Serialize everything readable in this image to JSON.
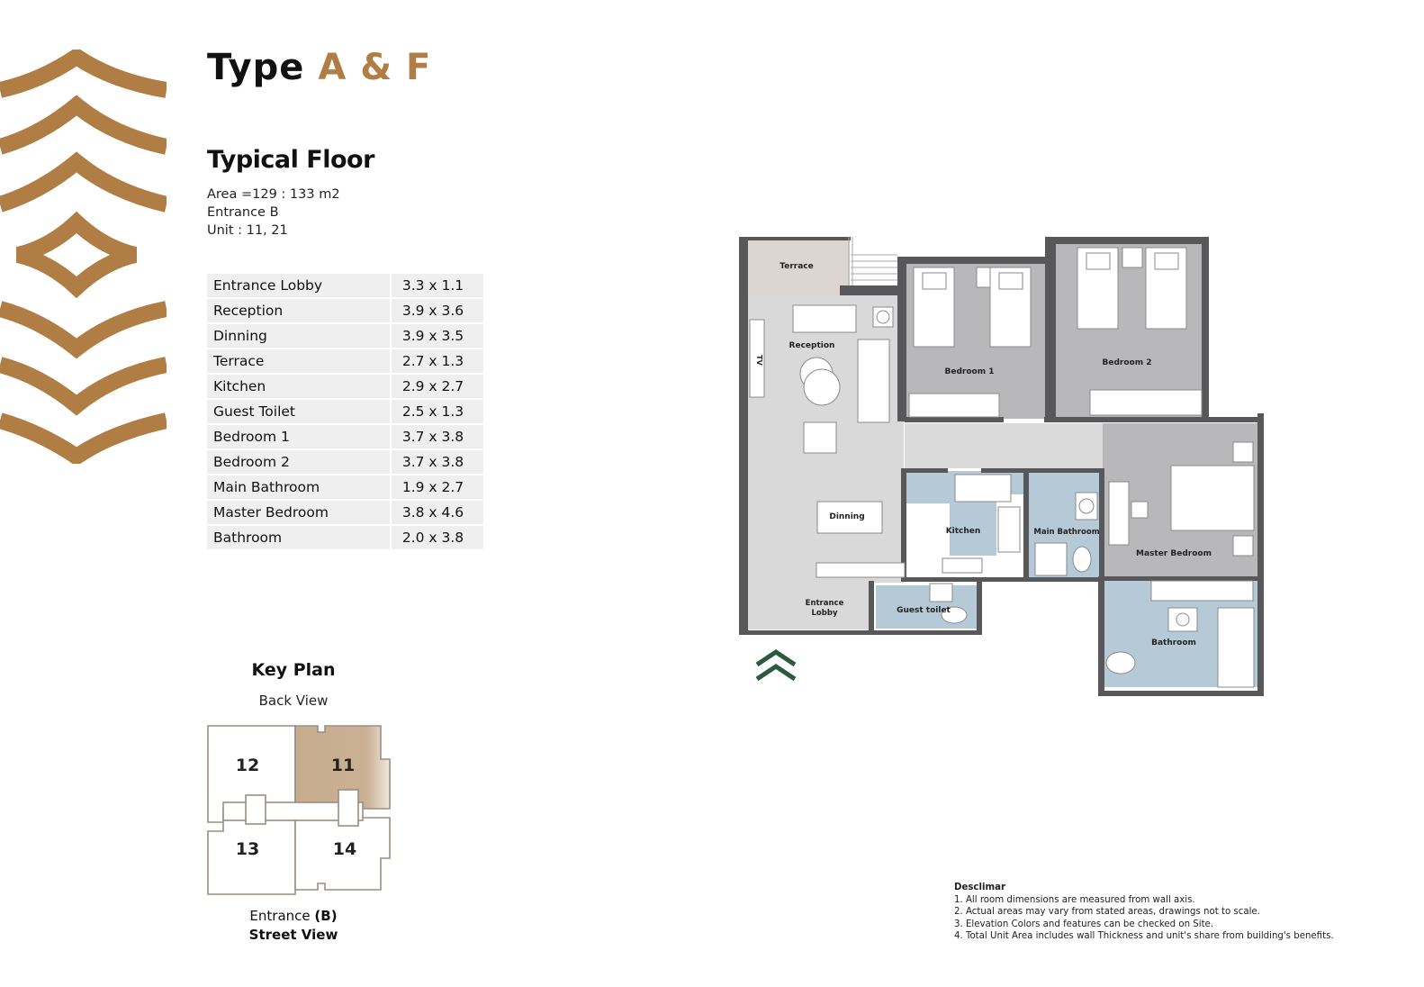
{
  "header": {
    "title_prefix": "Type",
    "title_accent": "A & F",
    "accent_color": "#b07d45"
  },
  "floor": {
    "title": "Typical Floor",
    "area": "Area =129 : 133 m2",
    "entrance": "Entrance B",
    "unit": "Unit : 11, 21"
  },
  "rooms": [
    {
      "name": "Entrance Lobby",
      "dim": "3.3 x 1.1"
    },
    {
      "name": "Reception",
      "dim": "3.9 x 3.6"
    },
    {
      "name": "Dinning",
      "dim": "3.9 x 3.5"
    },
    {
      "name": "Terrace",
      "dim": "2.7 x 1.3"
    },
    {
      "name": "Kitchen",
      "dim": "2.9 x 2.7"
    },
    {
      "name": "Guest Toilet",
      "dim": "2.5 x 1.3"
    },
    {
      "name": "Bedroom 1",
      "dim": "3.7 x 3.8"
    },
    {
      "name": "Bedroom 2",
      "dim": "3.7 x 3.8"
    },
    {
      "name": "Main Bathroom",
      "dim": "1.9 x 2.7"
    },
    {
      "name": "Master Bedroom",
      "dim": "3.8 x 4.6"
    },
    {
      "name": "Bathroom",
      "dim": "2.0 x 3.8"
    }
  ],
  "key_plan": {
    "title": "Key Plan",
    "top_label": "Back View",
    "units": [
      "12",
      "11",
      "13",
      "14"
    ],
    "highlighted_unit": "11",
    "highlight_color": "#c7ad8e",
    "entrance_label": "Entrance",
    "entrance_letter": "(B)",
    "bottom_label": "Street View"
  },
  "floor_plan": {
    "labels": {
      "terrace": "Terrace",
      "reception": "Reception",
      "tv": "TV",
      "bedroom1": "Bedroom 1",
      "bedroom2": "Bedroom 2",
      "dinning": "Dinning",
      "kitchen": "Kitchen",
      "main_bathroom": "Main Bathroom",
      "master_bedroom": "Master Bedroom",
      "entrance_lobby_1": "Entrance",
      "entrance_lobby_2": "Lobby",
      "guest_toilet": "Guest toilet",
      "bathroom": "Bathroom"
    },
    "colors": {
      "wall": "#58585a",
      "living": "#d9d9da",
      "bedroom": "#b8b8ba",
      "wet": "#b5cad6",
      "terrace": "#ddd5d1",
      "north_arrow": "#2e5a3c"
    }
  },
  "disclaimer": {
    "heading": "Desclimar",
    "items": [
      "1. All room dimensions are measured from wall axis.",
      "2. Actual areas may vary from stated areas, drawings not to scale.",
      "3. Elevation Colors and features can be checked on Site.",
      "4. Total Unit Area includes wall Thickness and unit's share from building's benefits."
    ]
  }
}
